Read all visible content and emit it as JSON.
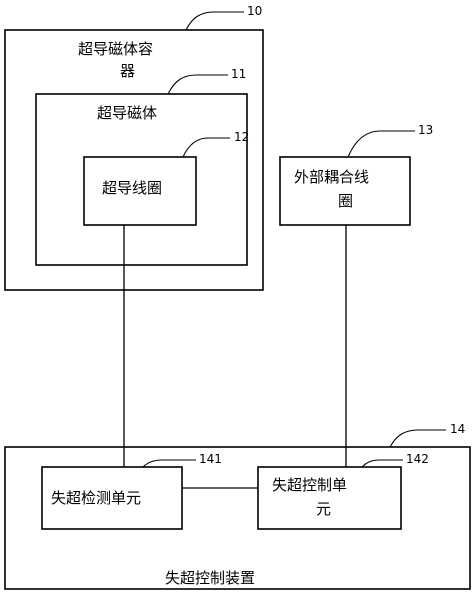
{
  "container": {
    "ref": "10",
    "label_line1": "超导磁体容",
    "label_line2": "器"
  },
  "magnet": {
    "ref": "11",
    "label": "超导磁体"
  },
  "coil": {
    "ref": "12",
    "label": "超导线圈"
  },
  "external_coil": {
    "ref": "13",
    "label_line1": "外部耦合线",
    "label_line2": "圈"
  },
  "quench_device": {
    "ref": "14",
    "label": "失超控制装置"
  },
  "detect_unit": {
    "ref": "141",
    "label": "失超检测单元"
  },
  "control_unit": {
    "ref": "142",
    "label_line1": "失超控制单",
    "label_line2": "元"
  }
}
